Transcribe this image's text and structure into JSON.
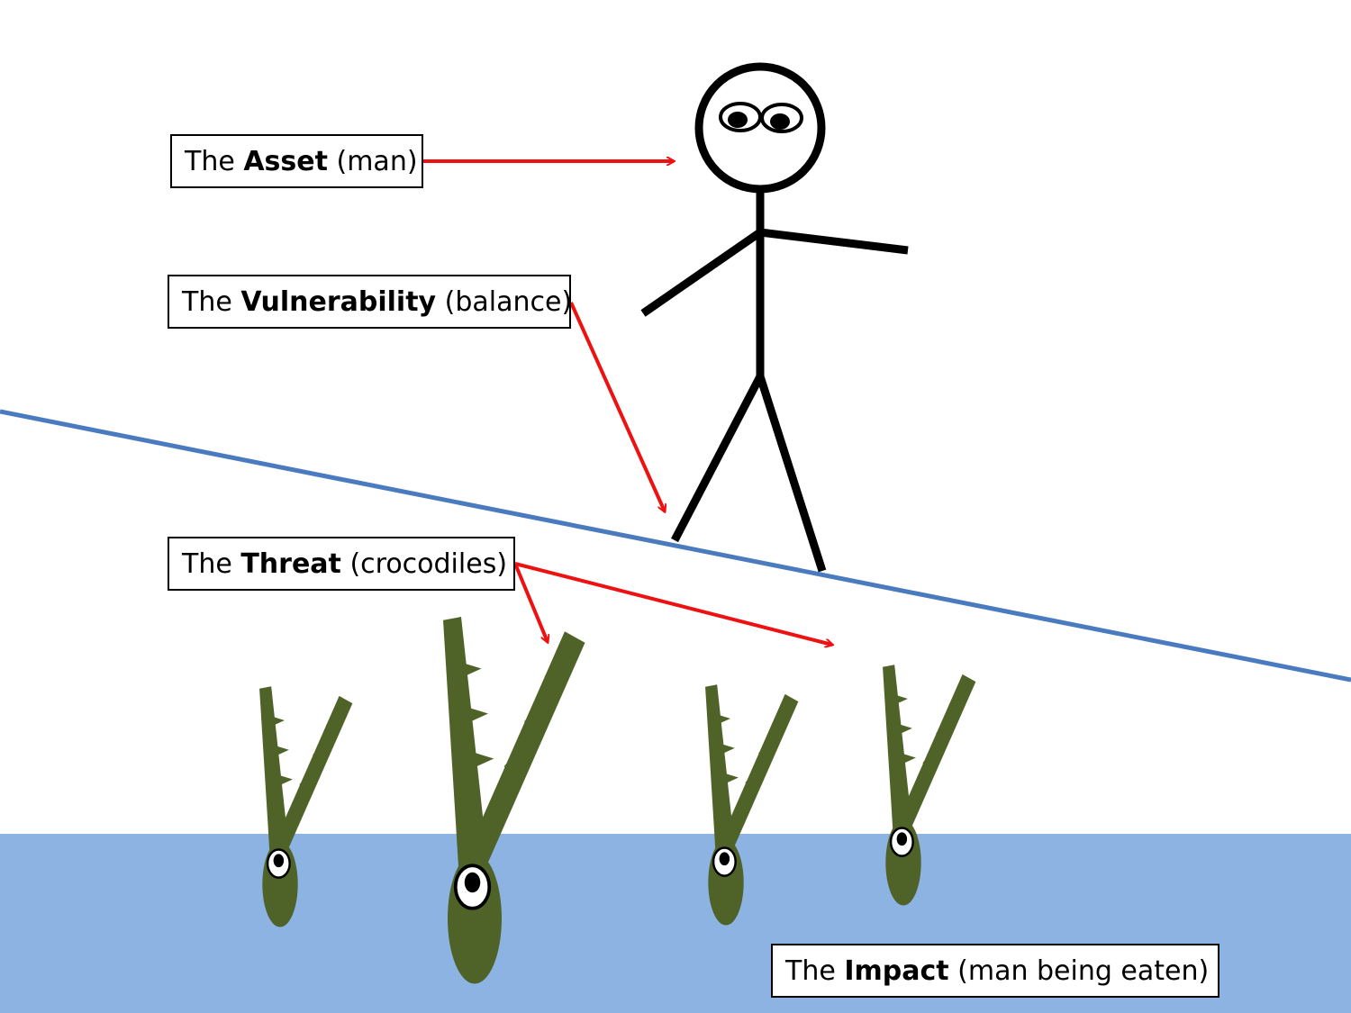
{
  "labels": {
    "asset": {
      "prefix": "The ",
      "bold": "Asset",
      "suffix": " (man)"
    },
    "vulnerability": {
      "prefix": "The ",
      "bold": "Vulnerability",
      "suffix": " (balance)"
    },
    "threat": {
      "prefix": "The ",
      "bold": "Threat",
      "suffix": " (crocodiles)"
    },
    "impact": {
      "prefix": "The ",
      "bold": "Impact",
      "suffix": " (man being eaten)"
    }
  },
  "colors": {
    "arrow": "#ee1111",
    "tightrope": "#4a7bbf",
    "water": "#8db3e2",
    "crocodile": "#4f6228",
    "figure": "#000000"
  },
  "icons": [
    "stick-figure",
    "crocodile-head",
    "tightrope",
    "water"
  ]
}
